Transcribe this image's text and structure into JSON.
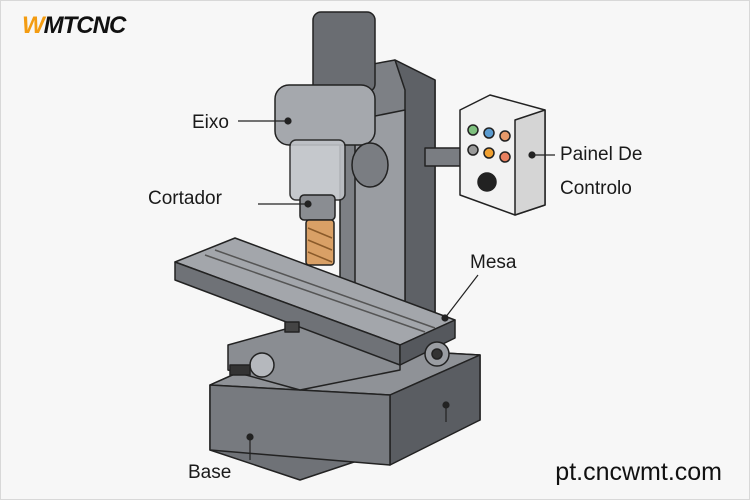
{
  "logo": {
    "accent": "W",
    "rest": "MTCNC",
    "accent_color": "#f39c12"
  },
  "labels": {
    "spindle": "Eixo",
    "cutter": "Cortador",
    "control_panel_line1": "Painel De",
    "control_panel_line2": "Controlo",
    "table": "Mesa",
    "base": "Base"
  },
  "website": "pt.cncwmt.com",
  "colors": {
    "machine": "#8a8d92",
    "dark": "#5e6166",
    "cutter": "#d9a066",
    "panel": "#f2f2f2"
  }
}
